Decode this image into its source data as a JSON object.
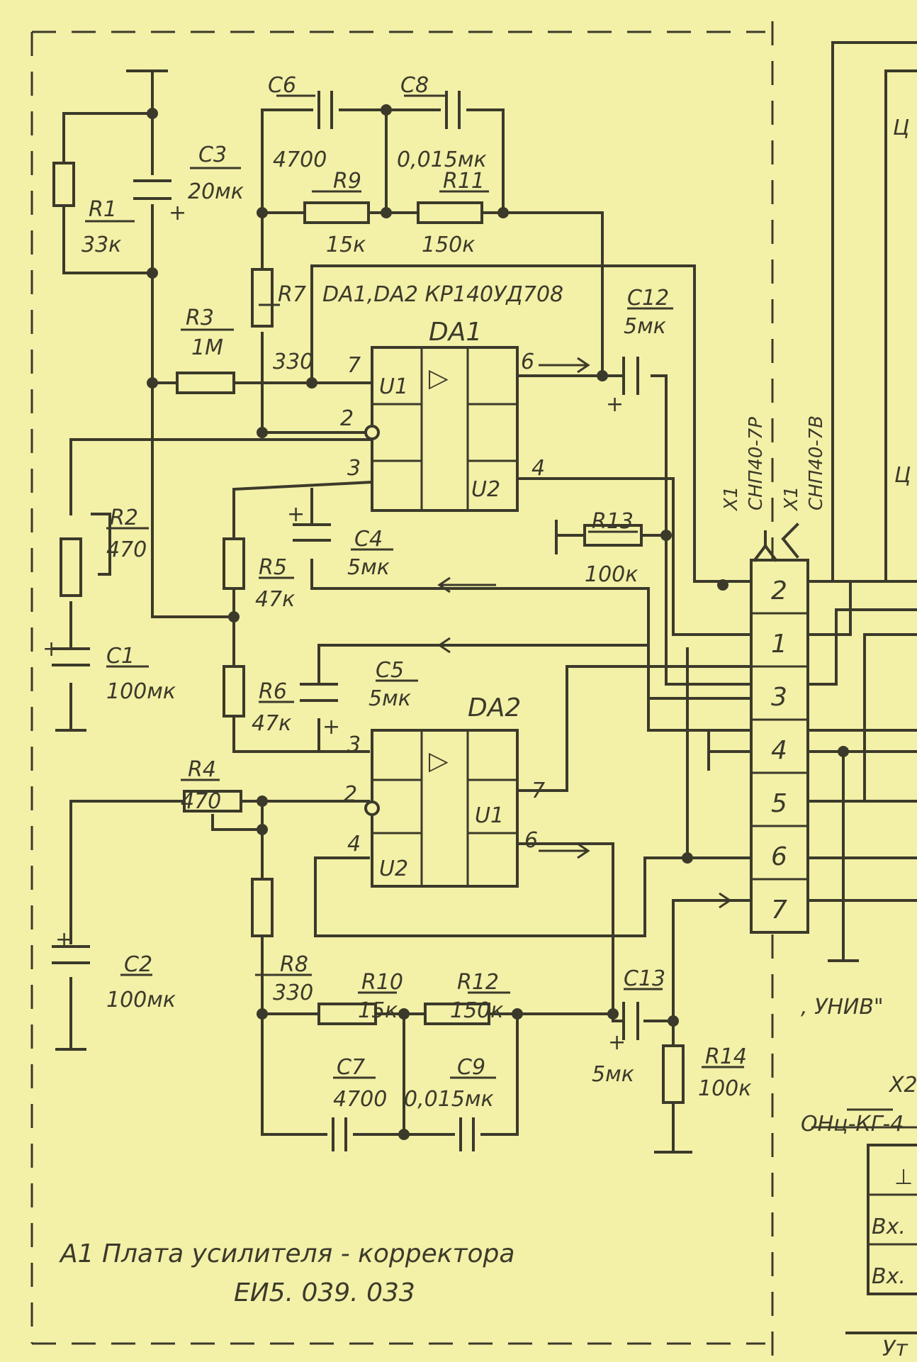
{
  "components": {
    "R1": {
      "ref": "R1",
      "value": "33к"
    },
    "R2": {
      "ref": "R2",
      "value": "470"
    },
    "R3": {
      "ref": "R3",
      "value": "1M"
    },
    "R4": {
      "ref": "R4",
      "value": "470"
    },
    "R5": {
      "ref": "R5",
      "value": "47к"
    },
    "R6": {
      "ref": "R6",
      "value": "47к"
    },
    "R7": {
      "ref": "R7",
      "value": "330"
    },
    "R8": {
      "ref": "R8",
      "value": "330"
    },
    "R9": {
      "ref": "R9",
      "value": "15к"
    },
    "R10": {
      "ref": "R10",
      "value": "15к"
    },
    "R11": {
      "ref": "R11",
      "value": "150к"
    },
    "R12": {
      "ref": "R12",
      "value": "150к"
    },
    "R13": {
      "ref": "R13",
      "value": "100к"
    },
    "R14": {
      "ref": "R14",
      "value": "100к"
    },
    "C1": {
      "ref": "C1",
      "value": "100мк"
    },
    "C2": {
      "ref": "C2",
      "value": "100мк"
    },
    "C3": {
      "ref": "C3",
      "value": "20мк"
    },
    "C4": {
      "ref": "C4",
      "value": "5мк"
    },
    "C5": {
      "ref": "C5",
      "value": "5мк"
    },
    "C6": {
      "ref": "C6",
      "value": "4700"
    },
    "C7": {
      "ref": "C7",
      "value": "4700"
    },
    "C8": {
      "ref": "C8",
      "value": "0,015мк"
    },
    "C9": {
      "ref": "C9",
      "value": "0,015мк"
    },
    "C12": {
      "ref": "C12",
      "value": "5мк"
    },
    "C13": {
      "ref": "C13",
      "value": "5мк"
    }
  },
  "chips": {
    "part_note": "DA1,DA2 КР140УД708",
    "da1": {
      "ref": "DA1",
      "sub1": "U1",
      "sub2": "U2",
      "pins": [
        "7",
        "2",
        "3",
        "6",
        "4"
      ]
    },
    "da2": {
      "ref": "DA2",
      "sub1": "U1",
      "sub2": "U2",
      "pins": [
        "3",
        "2",
        "4",
        "7",
        "6"
      ]
    },
    "amp_symbol": "▷"
  },
  "connector": {
    "label_left": "X1",
    "type_left": "СНП40-7Р",
    "label_right": "X1",
    "type_right": "СНП40-7В",
    "pins": [
      "2",
      "1",
      "3",
      "4",
      "5",
      "6",
      "7"
    ]
  },
  "right_fragment": {
    "univ": ", УНИВ\"",
    "x2_ref": "Х2",
    "x2_type": "ОНц-КГ-4",
    "row1": "Вх.",
    "row2": "Вх.",
    "ground_sym": "⊥",
    "bottom": "Ут",
    "top_letter": "Ц",
    "mid_letter": "Ц"
  },
  "plus_sign": "+",
  "title": {
    "line1": "А1 Плата усилителя - корректора",
    "line2": "ЕИ5. 039. 033"
  }
}
